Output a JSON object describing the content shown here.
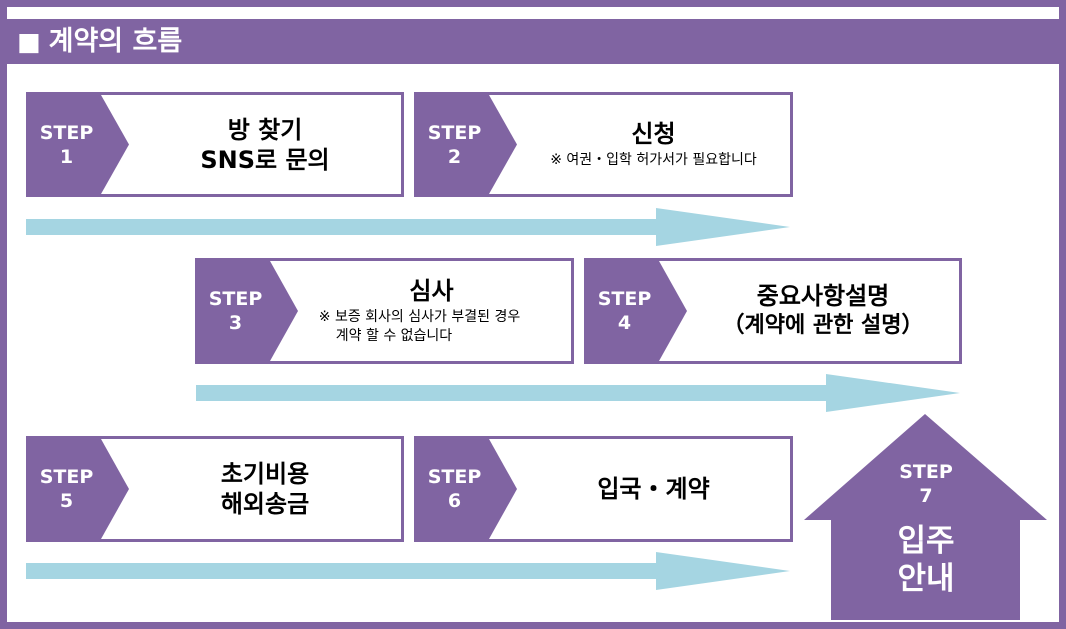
{
  "header": {
    "bullet": "■",
    "title": "계약의 흐름"
  },
  "steps": [
    {
      "label": "STEP",
      "num": "1",
      "title_line1": "방 찾기",
      "title_line2": "SNS로 문의"
    },
    {
      "label": "STEP",
      "num": "2",
      "title_line1": "신청",
      "note_line1": "※ 여권・입학 허가서가 필요합니다"
    },
    {
      "label": "STEP",
      "num": "3",
      "title_line1": "심사",
      "note_line1": "※ 보증 회사의 심사가 부결된 경우",
      "note_line2": "계약 할 수 없습니다"
    },
    {
      "label": "STEP",
      "num": "4",
      "title_line1": "중요사항설명",
      "title_line2": "（계약에 관한 설명）"
    },
    {
      "label": "STEP",
      "num": "5",
      "title_line1": "초기비용",
      "title_line2": "해외송금"
    },
    {
      "label": "STEP",
      "num": "6",
      "title_line1": "입국・계약"
    }
  ],
  "final_step": {
    "label": "STEP",
    "num": "7",
    "title_line1": "입주",
    "title_line2": "안내"
  },
  "colors": {
    "accent": "#8064a2",
    "arrow": "#a5d5e2",
    "text": "#000000",
    "background": "#ffffff"
  }
}
